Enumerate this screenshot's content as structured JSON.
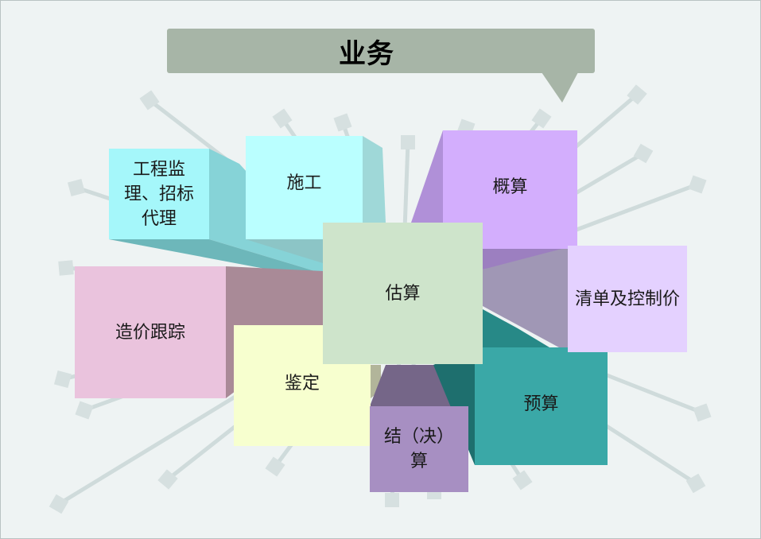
{
  "diagram": {
    "title": "业务",
    "colors": {
      "background": "#eef3f3",
      "banner": "#a7b5a7",
      "center": "#cee4cb",
      "supervision": "#a5f7fa",
      "construction": "#baffff",
      "rough_estimate": "#d3aefd",
      "bill_of_quantities": "#e4d1ff",
      "cost_tracking": "#eac3dd",
      "appraisal": "#f7ffcf",
      "settlement": "#a78fc2",
      "budget": "#3aa8a7"
    },
    "nodes": {
      "center": "估算",
      "supervision": "工程监理、招标代理",
      "construction": "施工",
      "rough_estimate": "概算",
      "bill_of_quantities": "清单及控制价",
      "cost_tracking": "造价跟踪",
      "appraisal": "鉴定",
      "settlement": "结（决）算",
      "budget": "预算"
    }
  }
}
